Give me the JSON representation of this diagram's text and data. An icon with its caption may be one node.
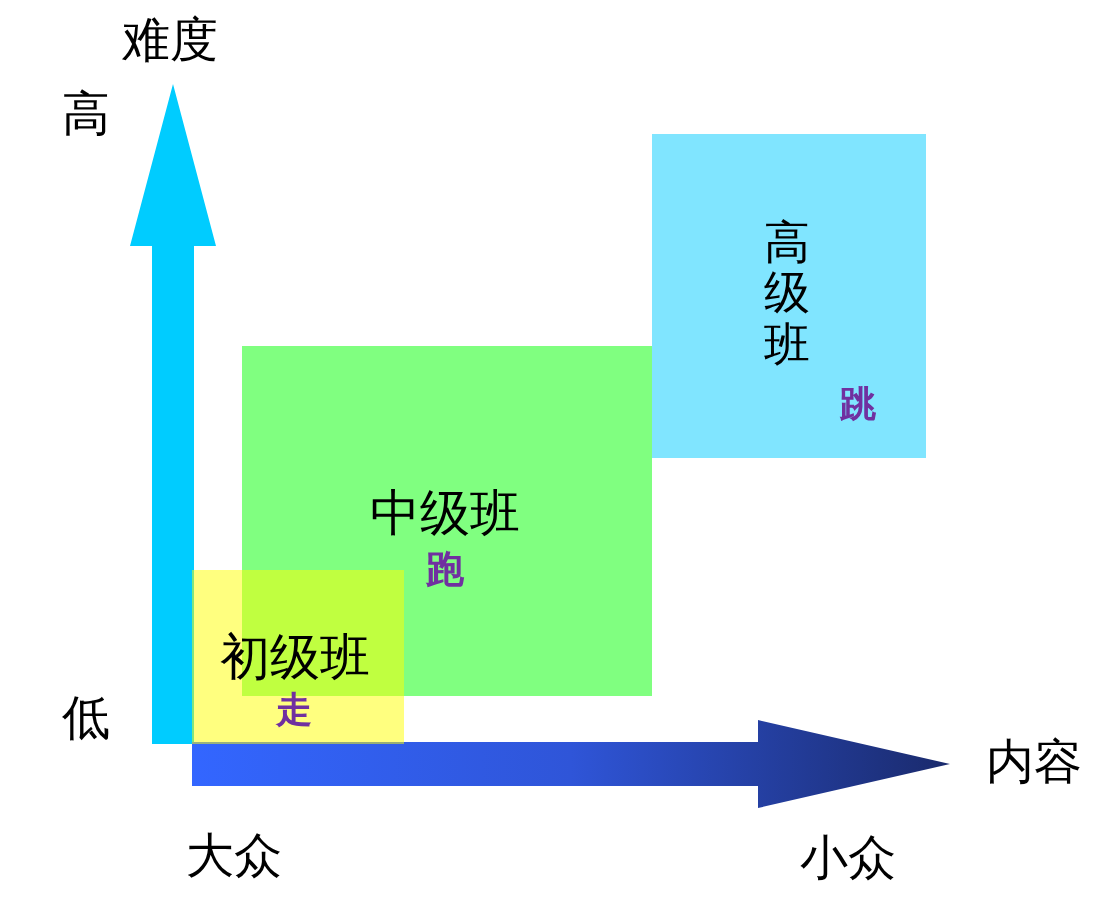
{
  "diagram": {
    "nodes": [
      {
        "text": [
          "高级班",
          "跳"
        ]
      },
      {
        "text": [
          "中级班",
          "跑"
        ]
      },
      {
        "text": [
          "初级班",
          "走"
        ]
      }
    ],
    "labels": [
      "难度",
      "高",
      "低",
      "内容",
      "大众",
      "小众"
    ]
  }
}
